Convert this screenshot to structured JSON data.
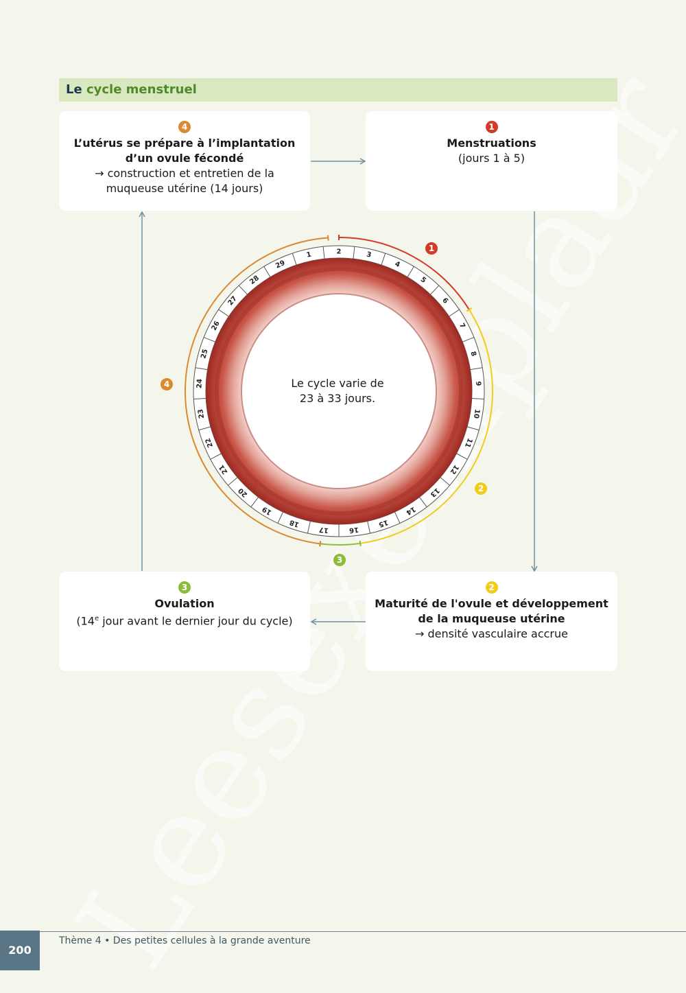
{
  "watermark": "Leesexemplaar",
  "title": {
    "part1": "Le ",
    "part2": "cycle menstruel"
  },
  "boxes": {
    "phase4": {
      "number": "4",
      "line1": "L’utérus se prépare à l’implantation",
      "line2": "d’un ovule fécondé",
      "line3": "→ construction et entretien de la",
      "line4": "muqueuse utérine (14 jours)"
    },
    "phase1": {
      "number": "1",
      "line1": "Menstruations",
      "line2": "(jours 1 à 5)"
    },
    "phase3": {
      "number": "3",
      "line1": "Ovulation",
      "line2_pre": "(14",
      "line2_sup": "e",
      "line2_post": " jour avant le dernier jour du cycle)"
    },
    "phase2": {
      "number": "2",
      "line1": "Maturité de l'ovule et développement",
      "line2": "de la muqueuse utérine",
      "line3": "→ densité vasculaire accrue"
    }
  },
  "circle": {
    "center_line1": "Le cycle varie de",
    "center_line2": "23 à 33 jours.",
    "days": [
      "1",
      "2",
      "3",
      "4",
      "5",
      "6",
      "7",
      "8",
      "9",
      "10",
      "11",
      "12",
      "13",
      "14",
      "15",
      "16",
      "17",
      "18",
      "19",
      "20",
      "21",
      "22",
      "23",
      "24",
      "25",
      "26",
      "27",
      "28",
      "29"
    ],
    "badges": {
      "red": "1",
      "yellow": "2",
      "green": "3",
      "orange": "4"
    }
  },
  "colors": {
    "red": "#d23a2a",
    "yellow": "#f2cc1a",
    "green": "#8dbb3a",
    "orange": "#d9892e",
    "arrow": "#6f8fa0"
  },
  "footer": {
    "page": "200",
    "text": "Thème 4 • Des petites cellules à la grande aventure"
  }
}
